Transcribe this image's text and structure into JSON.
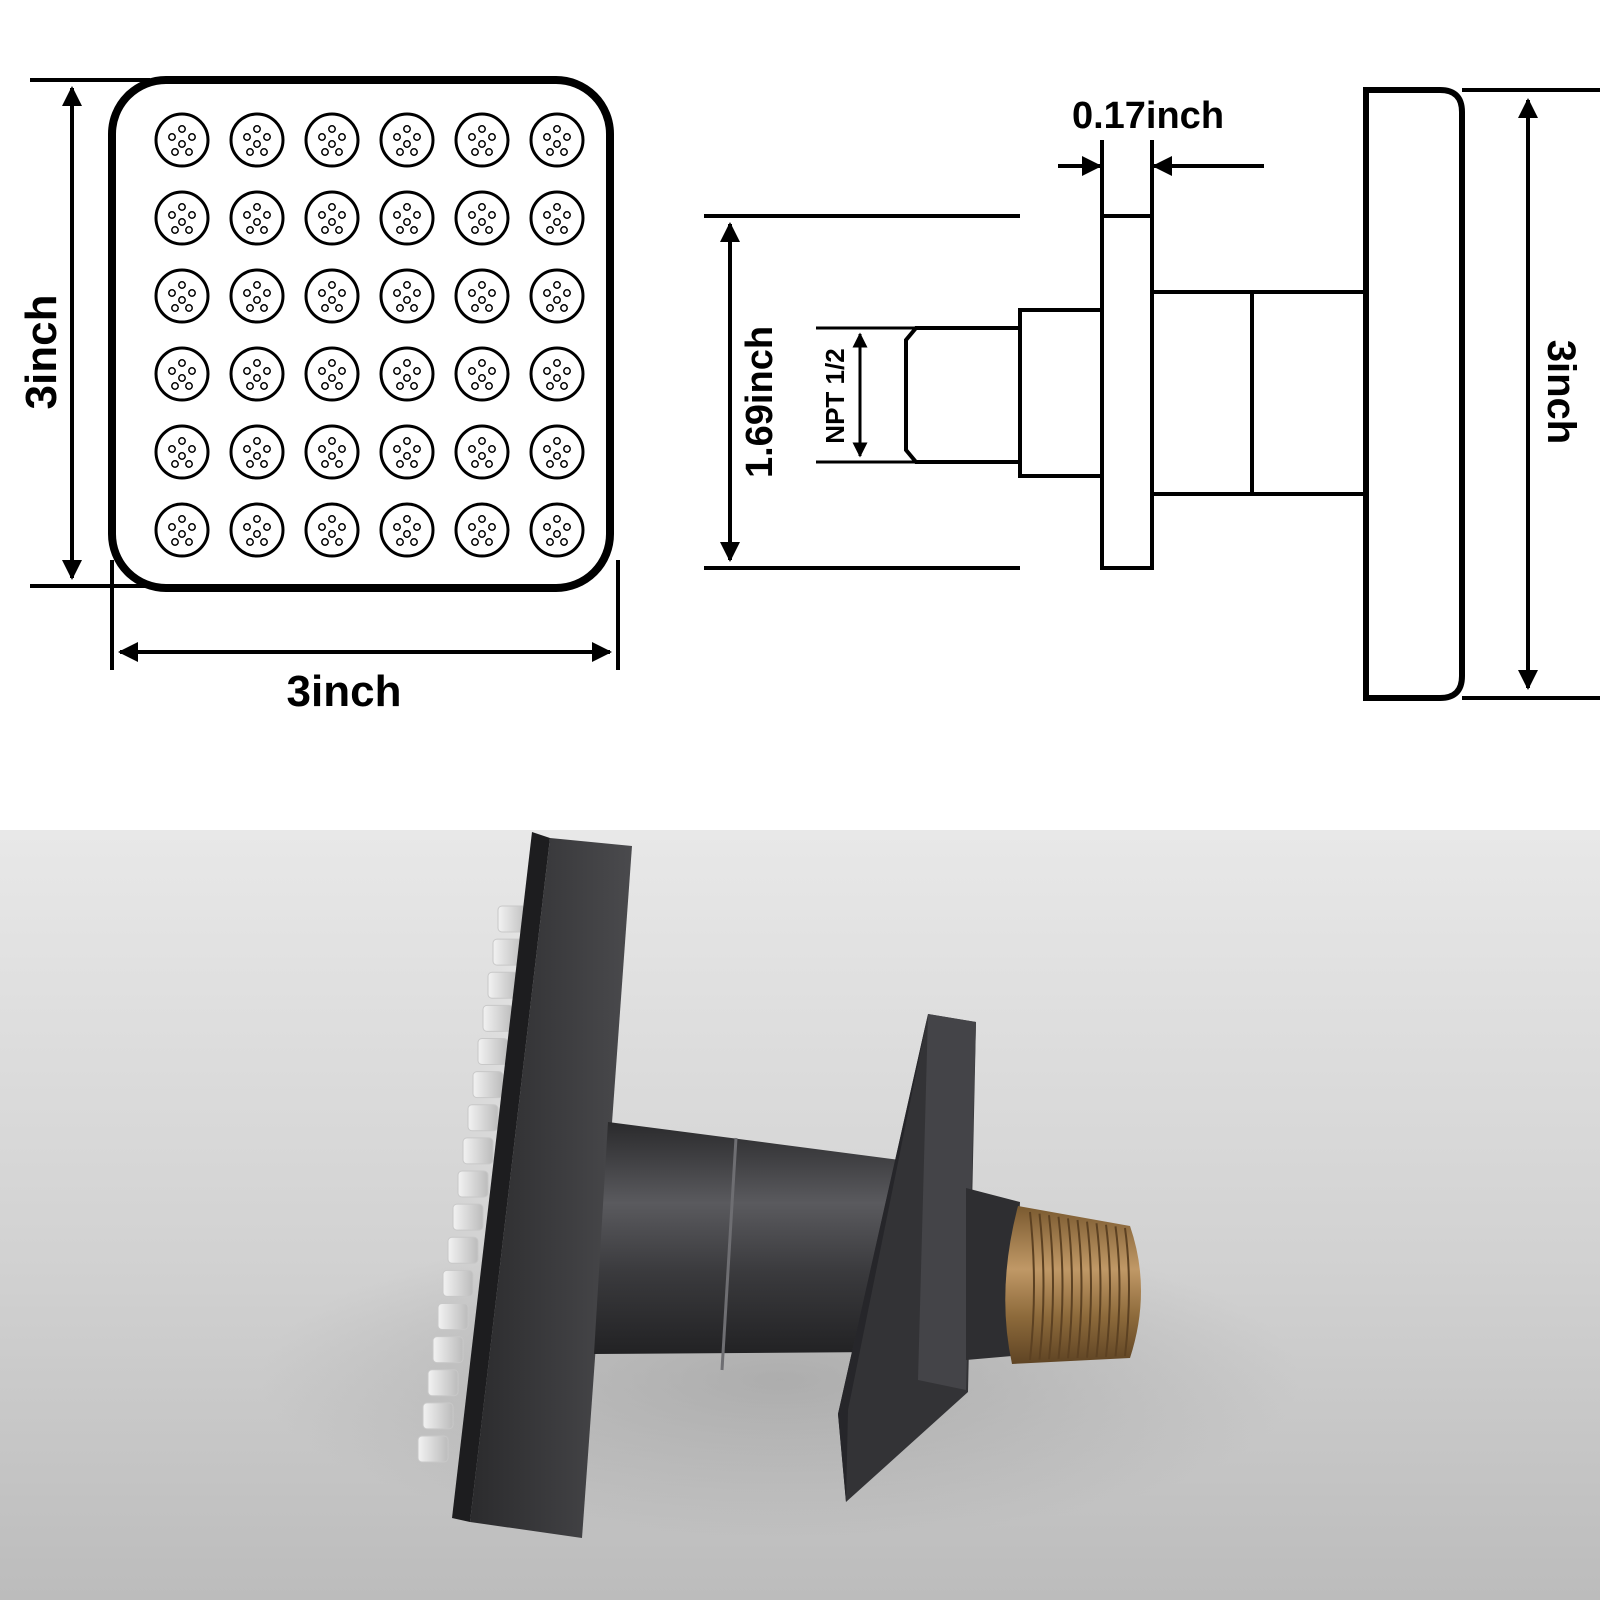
{
  "front_view": {
    "height_label": "3inch",
    "width_label": "3inch",
    "nozzle_grid": {
      "rows": 6,
      "cols": 6,
      "holes_per_nozzle": 7
    }
  },
  "side_view": {
    "flange_thickness_label": "0.17inch",
    "flange_height_label": "1.69inch",
    "thread_label": "NPT 1/2",
    "head_height_label": "3inch"
  },
  "render": {
    "description_colors": {
      "body": "#3c3c3e",
      "thread": "#a07a45",
      "nozzle": "#e6e6e6",
      "background_top": "#e6e6e6",
      "background_bottom": "#bdbdbd"
    }
  }
}
